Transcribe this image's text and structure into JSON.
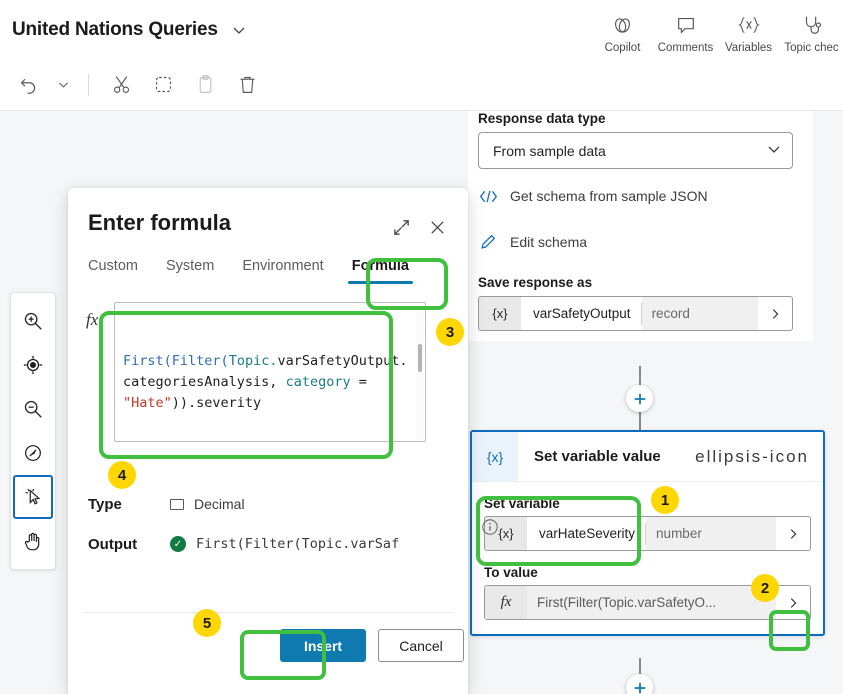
{
  "header": {
    "app_title": "United Nations Queries",
    "title_chevron_icon": "chevron-down-icon",
    "tools": [
      {
        "label": "Copilot",
        "icon": "copilot-icon"
      },
      {
        "label": "Comments",
        "icon": "comment-bubble-icon"
      },
      {
        "label": "Variables",
        "icon": "variables-braces-icon"
      },
      {
        "label": "Topic chec",
        "icon": "topic-checker-icon"
      }
    ]
  },
  "toolbar": {
    "undo_icon": "undo-arrow-icon",
    "undo_chevron_icon": "chevron-down-icon",
    "cut_icon": "scissors-icon",
    "copy_icon": "copy-icon",
    "paste_icon": "paste-icon",
    "delete_icon": "trash-icon"
  },
  "canvas_tools": [
    {
      "name": "zoom-in",
      "icon": "magnifier-plus-icon",
      "active": false
    },
    {
      "name": "fit-to-screen",
      "icon": "target-focus-icon",
      "active": false
    },
    {
      "name": "zoom-out",
      "icon": "magnifier-minus-icon",
      "active": false
    },
    {
      "name": "reset-zoom",
      "icon": "reset-compass-icon",
      "active": false
    },
    {
      "name": "select-tool",
      "icon": "cursor-select-icon",
      "active": true
    },
    {
      "name": "pan-tool",
      "icon": "hand-pan-icon",
      "active": false
    }
  ],
  "properties": {
    "response_data_type_label": "Response data type",
    "response_data_type_value": "From sample data",
    "response_data_type_chevron": "chevron-down-icon",
    "get_schema_link": "Get schema from sample JSON",
    "get_schema_icon": "code-brackets-icon",
    "edit_schema_link": "Edit schema",
    "edit_schema_icon": "pencil-icon",
    "save_response_label": "Save response as",
    "save_response_var_icon": "{x}",
    "save_response_var_name": "varSafetyOutput",
    "save_response_var_type": "record",
    "save_response_arrow": "chevron-right-icon"
  },
  "node": {
    "icon": "{x}",
    "title": "Set variable value",
    "more_icon": "ellipsis-icon",
    "set_variable_label": "Set variable",
    "set_variable_icon": "{x}",
    "set_variable_name": "varHateSeverity",
    "set_variable_type": "number",
    "set_variable_arrow": "chevron-right-icon",
    "to_value_label": "To value",
    "to_value_icon": "fx",
    "to_value_text": "First(Filter(Topic.varSafetyO...",
    "to_value_arrow": "chevron-right-icon",
    "add_step_icon": "plus-icon"
  },
  "dialog": {
    "title": "Enter formula",
    "expand_icon": "expand-diagonal-icon",
    "close_icon": "close-x-icon",
    "tabs": [
      {
        "label": "Custom",
        "active": false
      },
      {
        "label": "System",
        "active": false
      },
      {
        "label": "Environment",
        "active": false
      },
      {
        "label": "Formula",
        "active": true
      }
    ],
    "fx_symbol": "fx",
    "info_icon": "info-circle-icon",
    "formula_tokens": [
      {
        "text": "First(",
        "cls": "c-fn"
      },
      {
        "text": "Filter(",
        "cls": "c-fn"
      },
      {
        "text": "Topic.",
        "cls": "c-obj"
      },
      {
        "text": "varSafetyOutput.categoriesAnalysis, ",
        "cls": "c-plain"
      },
      {
        "text": "category",
        "cls": "c-obj"
      },
      {
        "text": " = ",
        "cls": "c-plain"
      },
      {
        "text": "\"Hate\"",
        "cls": "c-str"
      },
      {
        "text": ")).severity",
        "cls": "c-plain"
      }
    ],
    "type_key": "Type",
    "type_value": "Decimal",
    "type_icon": "decimal-square-icon",
    "output_key": "Output",
    "output_value": "First(Filter(Topic.varSaf",
    "output_status_icon": "check-circle-icon",
    "insert_label": "Insert",
    "cancel_label": "Cancel"
  },
  "annotations": {
    "badges": [
      "1",
      "2",
      "3",
      "4",
      "5"
    ]
  },
  "colors": {
    "accent_blue": "#0f6CBD",
    "primary_button": "#0f7ab0",
    "highlight_green": "#41bf3f",
    "badge_yellow": "#ffd700",
    "canvas_bg": "#f4f6f8",
    "success_green": "#107c41"
  }
}
